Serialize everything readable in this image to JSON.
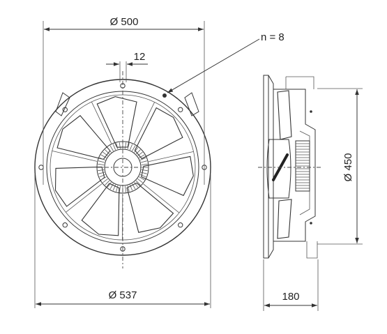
{
  "dimensions": {
    "outer_ring_diameter": "Ø 500",
    "flange_diameter": "Ø 537",
    "hole_width": "12",
    "hole_count": "n = 8",
    "side_height": "Ø 450",
    "depth": "180"
  },
  "colors": {
    "line": "#333333",
    "background": "#ffffff"
  }
}
